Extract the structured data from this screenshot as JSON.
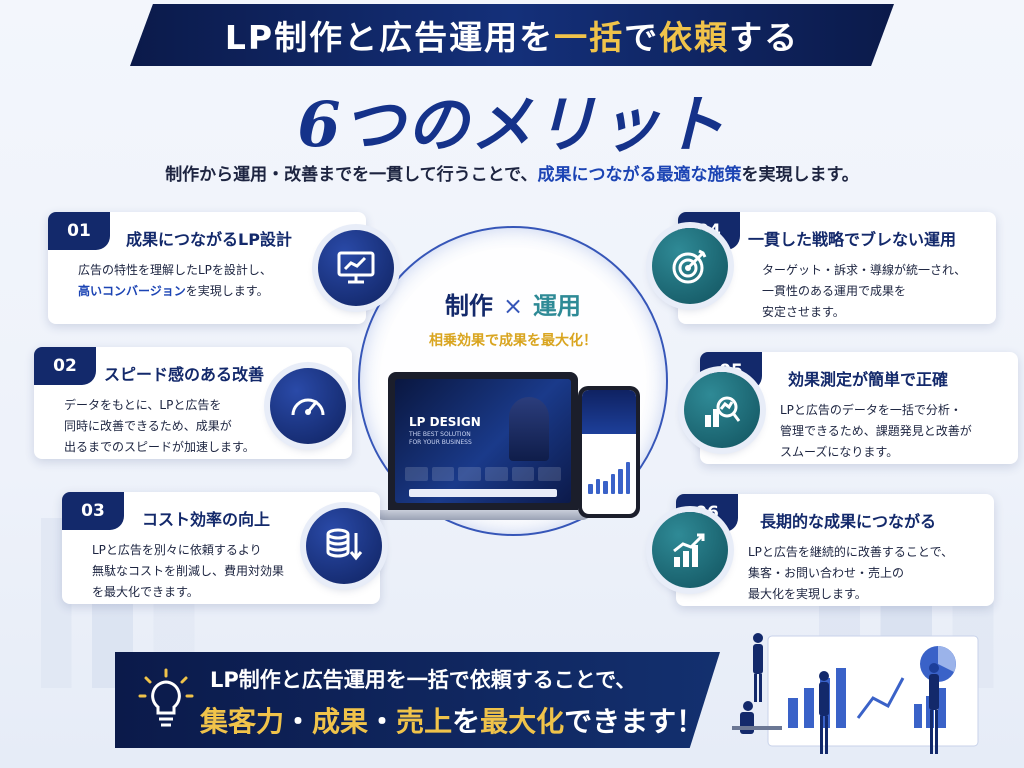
{
  "header": {
    "banner_part1": "LP制作と広告運用を",
    "banner_gold1": "一括",
    "banner_part2": "で",
    "banner_gold2": "依頼",
    "banner_part3": "する",
    "title": "6つのメリット",
    "subtitle_part1": "制作から運用・改善までを一貫して行うことで、",
    "subtitle_highlight": "成果につながる最適な施策",
    "subtitle_part2": "を実現します。"
  },
  "center": {
    "left_word": "制作",
    "cross": "×",
    "right_word": "運用",
    "sub": "相乗効果で成果を最大化！",
    "laptop_title": "LP DESIGN",
    "laptop_sub": "THE BEST SOLUTION\nFOR YOUR BUSINESS"
  },
  "merits": [
    {
      "num": "01",
      "title": "成果につながるLP設計",
      "desc1": "広告の特性を理解したLPを設計し、",
      "desc_hl": "高いコンバージョン",
      "desc2": "を実現します。",
      "icon": "monitor-chart-icon",
      "color": "#13296b"
    },
    {
      "num": "02",
      "title": "スピード感のある改善",
      "desc": "データをもとに、LPと広告を\n同時に改善できるため、成果が\n出るまでのスピードが加速します。",
      "icon": "speedometer-icon",
      "color": "#13296b"
    },
    {
      "num": "03",
      "title": "コスト効率の向上",
      "desc": "LPと広告を別々に依頼するより\n無駄なコストを削減し、費用対効果\nを最大化できます。",
      "icon": "coins-down-icon",
      "color": "#13296b"
    },
    {
      "num": "04",
      "title": "一貫した戦略でブレない運用",
      "desc": "ターゲット・訴求・導線が統一され、\n一貫性のある運用で成果を\n安定させます。",
      "icon": "target-icon",
      "color": "#2e8a96"
    },
    {
      "num": "05",
      "title": "効果測定が簡単で正確",
      "desc": "LPと広告のデータを一括で分析・\n管理できるため、課題発見と改善が\nスムーズになります。",
      "icon": "chart-magnifier-icon",
      "color": "#2e8a96"
    },
    {
      "num": "06",
      "title": "長期的な成果につながる",
      "desc": "LPと広告を継続的に改善することで、\n集客・お問い合わせ・売上の\n最大化を実現します。",
      "icon": "growth-chart-icon",
      "color": "#2e8a96"
    }
  ],
  "footer": {
    "line1": "LP制作と広告運用を一括で依頼することで、",
    "gold1": "集客力",
    "dot1": "・",
    "gold2": "成果",
    "dot2": "・",
    "gold3": "売上",
    "mid": "を",
    "gold4": "最大化",
    "end": "できます！",
    "icon": "lightbulb-icon"
  },
  "colors": {
    "navy": "#13296b",
    "teal": "#2e8a96",
    "gold": "#f0c34a",
    "highlight": "#1c44b4"
  }
}
